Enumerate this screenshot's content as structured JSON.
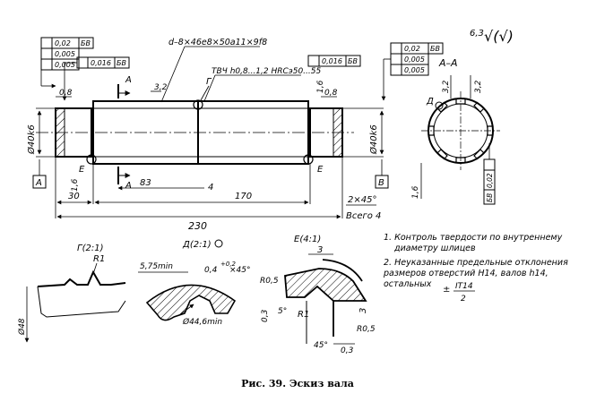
{
  "caption": "Рис. 39. Эскиз вала",
  "surface_finish": {
    "value": "6,3",
    "symbol": "√(√)"
  },
  "section_label": "А–А",
  "dimensions": {
    "spline": "d–8×46e8×50a11×9f8",
    "hardness": "ТВЧ h0,8...1,2 HRCэ50...55",
    "journal_left": "Ø40k6",
    "journal_right": "Ø40k6",
    "total_length": "230",
    "spline_length": "170",
    "left_step": "30",
    "section_pos": "83",
    "small_4": "4",
    "chamfer": "2×45°",
    "everywhere": "Всего 4",
    "r_32_left": "3,2",
    "r_08_left": "0,8",
    "r_16_left": "1,6",
    "r_16_right": "1,6",
    "r_08_right": "0,8",
    "r_16_bottom": "1,6",
    "sec_32a": "3,2",
    "sec_32b": "3,2"
  },
  "tolerance_frames": {
    "left_top": [
      [
        "0,02",
        "БВ"
      ],
      [
        "0,005"
      ],
      [
        "0,005"
      ]
    ],
    "left_mid": [
      [
        "0,016",
        "БВ"
      ]
    ],
    "right_mid": [
      [
        "0,016",
        "БВ"
      ]
    ],
    "right_top": [
      [
        "0,02",
        "БВ"
      ],
      [
        "0,005"
      ],
      [
        "0,005"
      ]
    ],
    "section": [
      [
        "0,02",
        "БВ"
      ]
    ]
  },
  "datum_labels": {
    "left": "А",
    "right": "В"
  },
  "section_marks": {
    "top": "А",
    "bottom": "А"
  },
  "view_labels": {
    "g_mark": "Г",
    "e_left": "Е",
    "e_right": "Е",
    "d_mark": "Д",
    "g_detail": "Г(2:1)",
    "d_detail": "Д(2:1)",
    "e_detail": "Е(4:1)"
  },
  "detail_dims": {
    "g_r1": "R1",
    "g_d": "Ø48",
    "d_575": "5,75min",
    "d_04": "0,4",
    "d_04_tol": "+0,2",
    "d_45": "×45°",
    "d_446": "Ø44,6min",
    "e_3top": "3",
    "e_r05a": "R0,5",
    "e_r1": "R1",
    "e_03a": "0,3",
    "e_5": "5°",
    "e_3right": "3",
    "e_r05b": "R0,5",
    "e_45": "45°",
    "e_03b": "0,3"
  },
  "notes": {
    "n1": "1. Контроль твердости по внутреннему",
    "n1b": "диаметру шлицев",
    "n2": "2. Неуказанные предельные отклонения",
    "n2b": "размеров отверстий H14, валов h14,",
    "n2c": "остальных",
    "n2_pm": "±",
    "n2_num": "IT14",
    "n2_den": "2"
  }
}
